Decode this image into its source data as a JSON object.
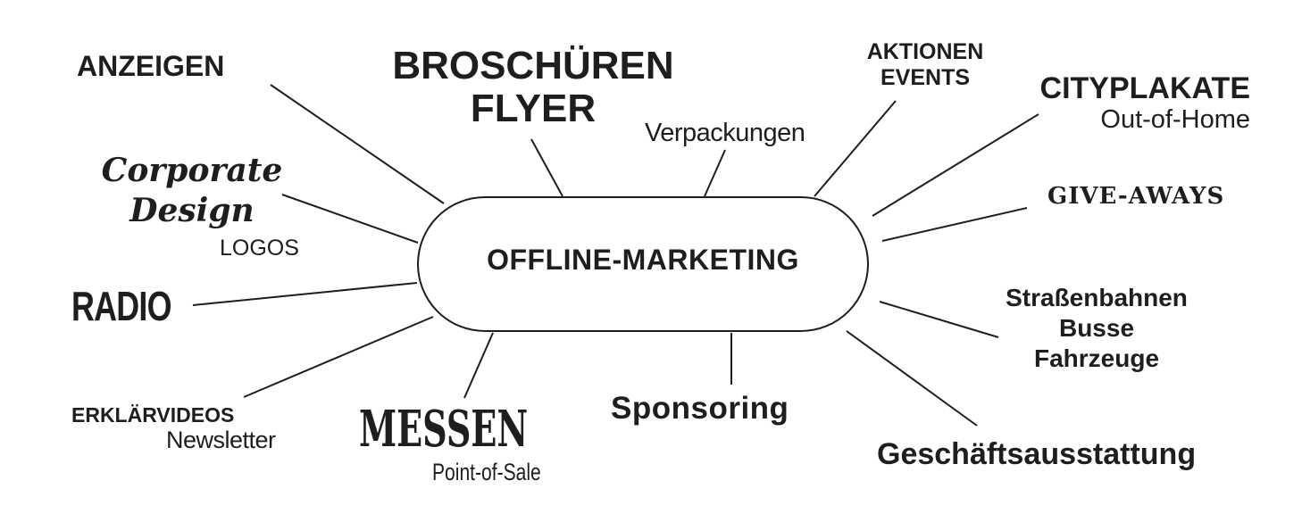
{
  "diagram": {
    "type": "mind-map",
    "center": {
      "label": "OFFLINE-MARKETING"
    },
    "nodes": [
      {
        "id": "anzeigen",
        "lines": [
          "ANZEIGEN"
        ]
      },
      {
        "id": "broschueren",
        "lines": [
          "BROSCHÜREN",
          "FLYER"
        ]
      },
      {
        "id": "verpackungen",
        "lines": [
          "Verpackungen"
        ]
      },
      {
        "id": "aktionen",
        "lines": [
          "AKTIONEN",
          "EVENTS"
        ]
      },
      {
        "id": "cityplakate",
        "lines": [
          "CITYPLAKATE",
          "Out-of-Home"
        ]
      },
      {
        "id": "giveaways",
        "lines": [
          "GIVE-AWAYS"
        ]
      },
      {
        "id": "corporate",
        "lines": [
          "Corporate",
          "Design",
          "LOGOS"
        ]
      },
      {
        "id": "radio",
        "lines": [
          "RADIO"
        ]
      },
      {
        "id": "erklaervideos",
        "lines": [
          "ERKLÄRVIDEOS",
          "Newsletter"
        ]
      },
      {
        "id": "messen",
        "lines": [
          "MESSEN",
          "Point-of-Sale"
        ]
      },
      {
        "id": "sponsoring",
        "lines": [
          "Sponsoring"
        ]
      },
      {
        "id": "strassenbahnen",
        "lines": [
          "Straßenbahnen",
          "Busse",
          "Fahrzeuge"
        ]
      },
      {
        "id": "geschaeft",
        "lines": [
          "Geschäftsausstattung"
        ]
      }
    ],
    "colors": {
      "ink": "#1e1e1e",
      "background": "#ffffff"
    }
  }
}
